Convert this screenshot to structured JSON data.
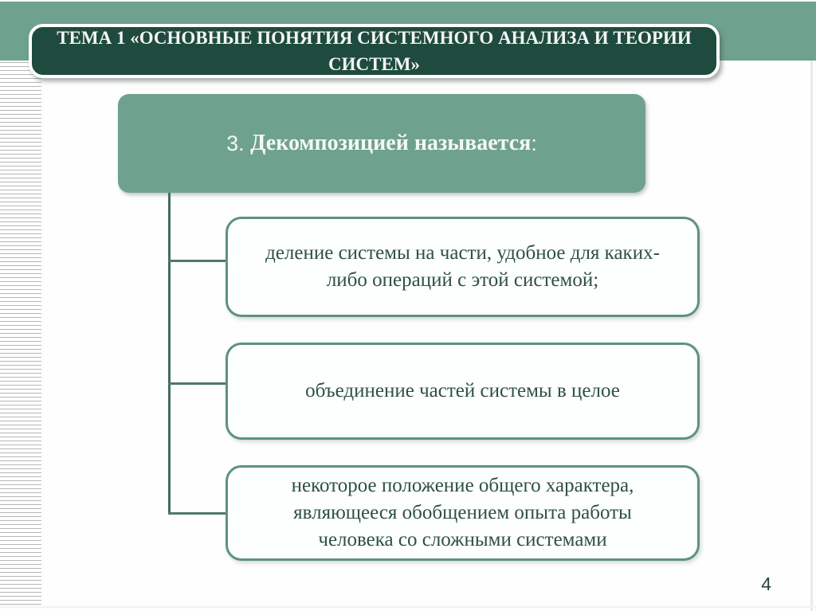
{
  "slide": {
    "title": "ТЕМА 1 «ОСНОВНЫЕ ПОНЯТИЯ СИСТЕМНОГО АНАЛИЗА И ТЕОРИИ СИСТЕМ»",
    "question": {
      "prefix": "3. ",
      "emphasis": "Декомпозицией называется",
      "suffix": ":"
    },
    "answers": [
      "деление системы на части, удобное для каких-либо операций с этой системой;",
      "объединение частей системы в целое",
      "некоторое положение общего характера, являющееся обобщением опыта работы человека со сложными системами"
    ],
    "page_number": "4",
    "colors": {
      "band_green": "#6FA28E",
      "title_bg": "#1F4B3E",
      "title_text": "#F2F6F4",
      "question_text": "#F4F8F6",
      "answer_border": "#5E927E",
      "answer_text": "#2E5045",
      "connector": "#456C5C"
    }
  }
}
